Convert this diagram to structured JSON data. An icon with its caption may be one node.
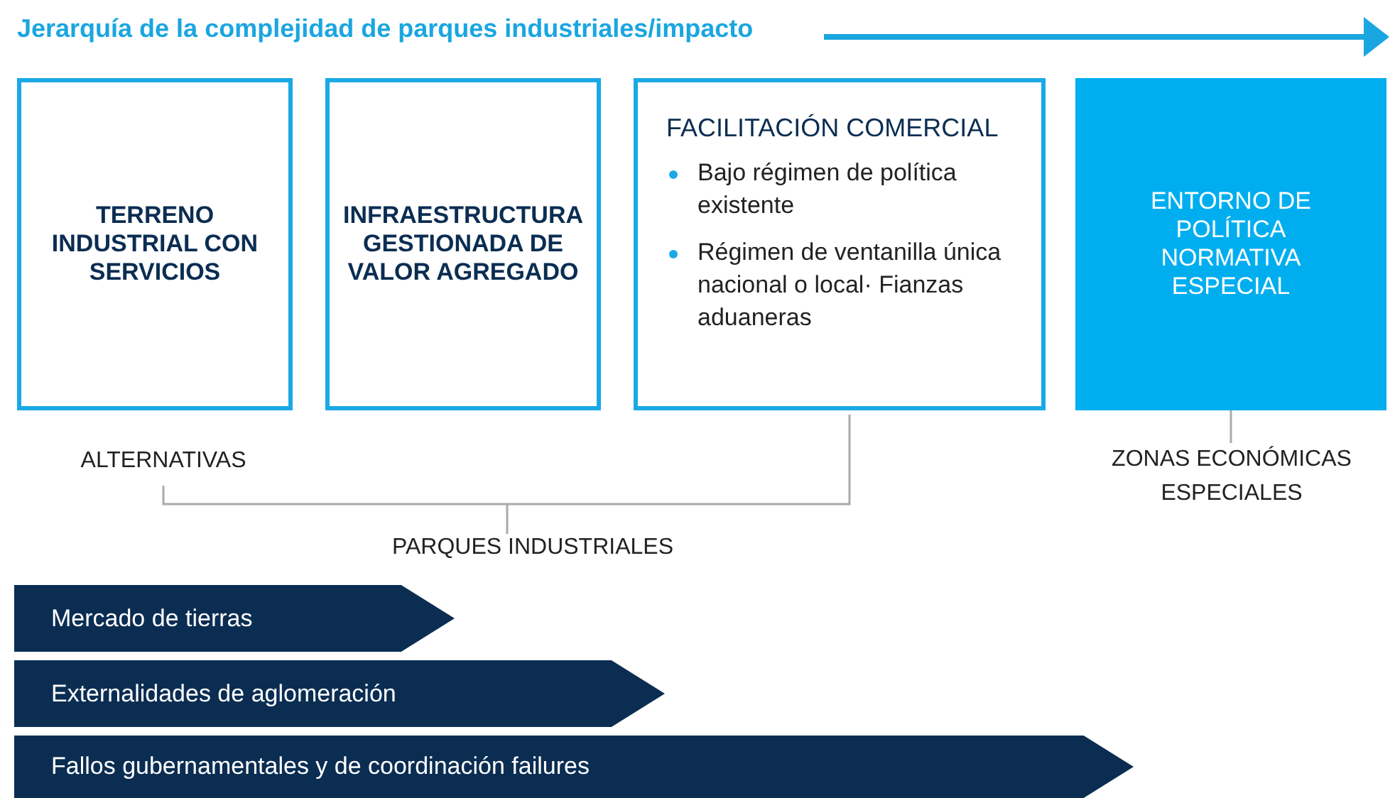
{
  "diagram": {
    "title": "Jerarquía de la complejidad de parques industriales/impacto",
    "nodes": [
      {
        "text": [
          "TERRENO INDUSTRIAL CON SERVICIOS"
        ]
      },
      {
        "text": [
          "INFRAESTRUCTURA GESTIONADA DE VALOR AGREGADO"
        ]
      },
      {
        "text": [
          "FACILITACIÓN COMERCIAL",
          "Bajo régimen de política existente",
          "Régimen de ventanilla única nacional o local· Fianzas aduaneras"
        ]
      },
      {
        "text": [
          "ENTORNO DE POLÍTICA NORMATIVA ESPECIAL"
        ]
      },
      {
        "text": [
          "Mercado de tierras"
        ]
      },
      {
        "text": [
          "Externalidades de aglomeración"
        ]
      },
      {
        "text": [
          "Fallos gubernamentales y de coordinación failures"
        ]
      },
      {
        "text": [
          "ZONAS ECONÓMICAS ESPECIALES"
        ]
      }
    ],
    "edges": [
      {
        "from": 7,
        "to": 3,
        "arrow": "none"
      }
    ],
    "labels": [
      "ALTERNATIVAS",
      "PARQUES INDUSTRIALES"
    ]
  }
}
